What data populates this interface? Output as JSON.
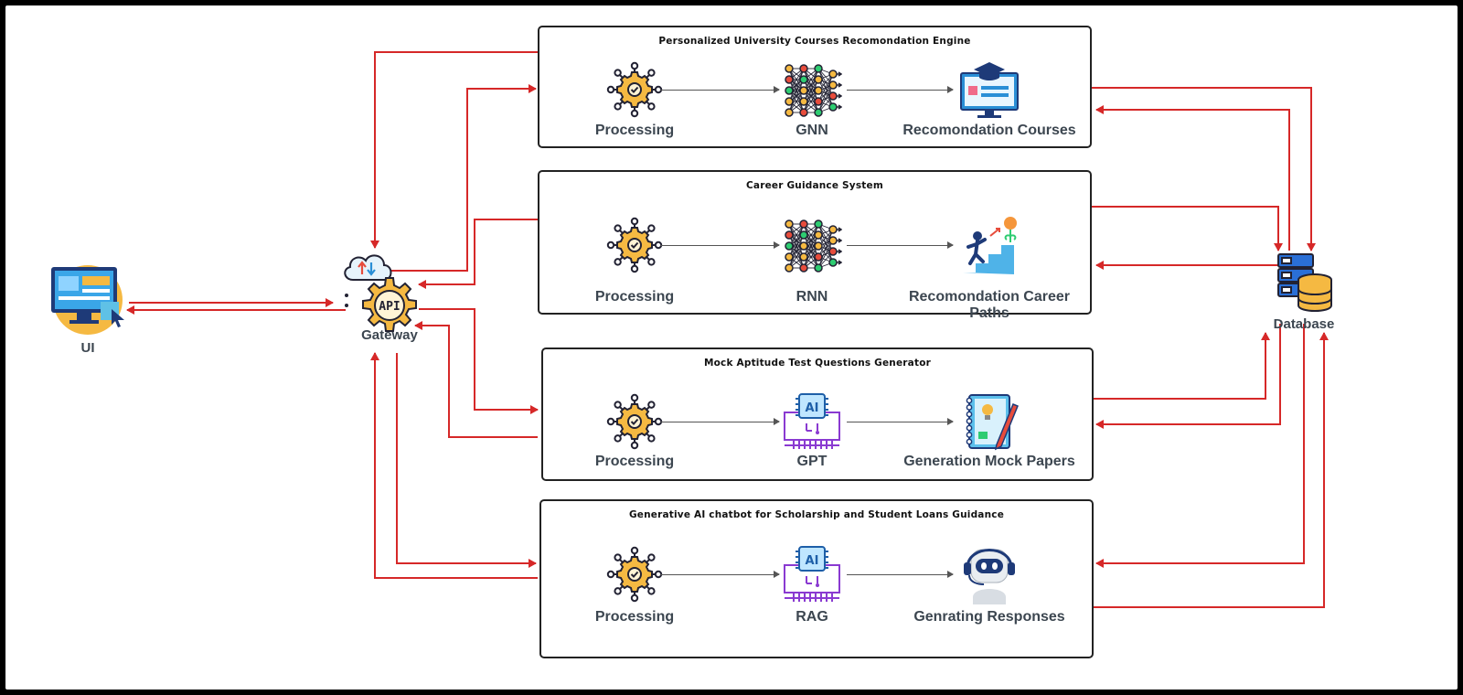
{
  "nodes": {
    "ui": "UI",
    "gateway": "Gateway",
    "gateway_badge": "API",
    "database": "Database"
  },
  "modules": [
    {
      "title": "Personalized University Courses Recomondation Engine",
      "steps": [
        "Processing",
        "GNN",
        "Recomondation Courses"
      ]
    },
    {
      "title": "Career Guidance System",
      "steps": [
        "Processing",
        "RNN",
        "Recomondation Career Paths"
      ]
    },
    {
      "title": "Mock Aptitude Test Questions Generator",
      "steps": [
        "Processing",
        "GPT",
        "Generation Mock Papers"
      ]
    },
    {
      "title": "Generative AI chatbot for Scholarship and Student Loans Guidance",
      "steps": [
        "Processing",
        "RAG",
        "Genrating Responses"
      ]
    }
  ],
  "chip_text": "AI",
  "colors": {
    "connector": "#d62828",
    "gear": "#f5b942",
    "chip": "#8a3ad1",
    "screen": "#2a8fd6"
  }
}
